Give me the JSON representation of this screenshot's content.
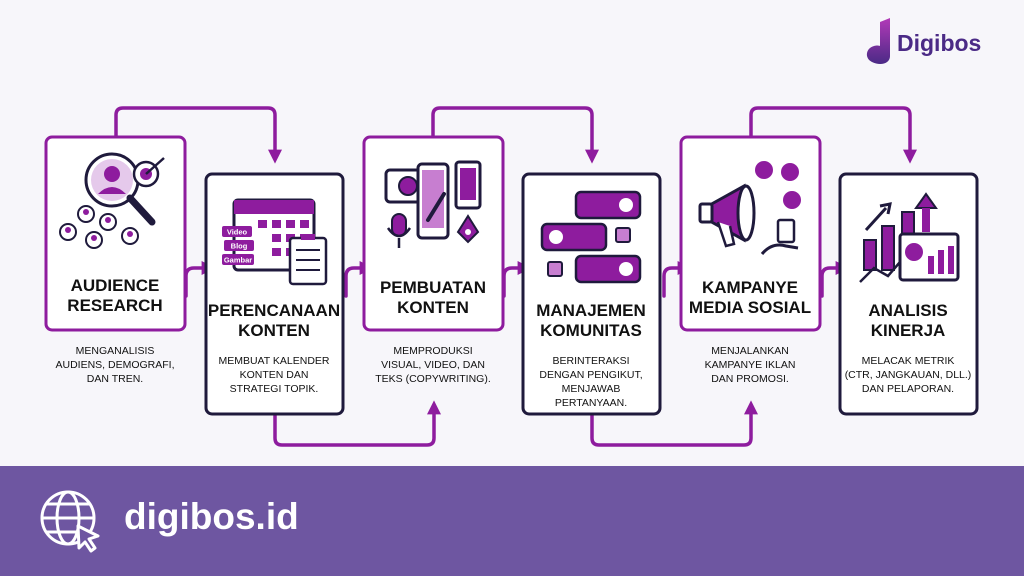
{
  "brand": {
    "name": "Digibos",
    "site": "digibos.id"
  },
  "colors": {
    "accent": "#8e1c9e",
    "navy": "#1f1a3c",
    "footer": "#6e56a1",
    "background": "#f7f6fa"
  },
  "steps": [
    {
      "title_lines": [
        "AUDIENCE",
        "RESEARCH"
      ],
      "desc_lines": [
        "MENGANALISIS",
        "AUDIENS, DEMOGRAFI,",
        "DAN TREN."
      ]
    },
    {
      "title_lines": [
        "PERENCANAAN",
        "KONTEN"
      ],
      "desc_lines": [
        "MEMBUAT KALENDER",
        "KONTEN DAN",
        "STRATEGI TOPIK."
      ]
    },
    {
      "title_lines": [
        "PEMBUATAN",
        "KONTEN"
      ],
      "desc_lines": [
        "MEMPRODUKSI",
        "VISUAL, VIDEO, DAN",
        "TEKS (COPYWRITING)."
      ]
    },
    {
      "title_lines": [
        "MANAJEMEN",
        "KOMUNITAS"
      ],
      "desc_lines": [
        "BERINTERAKSI",
        "DENGAN PENGIKUT,",
        "MENJAWAB",
        "PERTANYAAN."
      ]
    },
    {
      "title_lines": [
        "KAMPANYE",
        "MEDIA SOSIAL"
      ],
      "desc_lines": [
        "MENJALANKAN",
        "KAMPANYE IKLAN",
        "DAN PROMOSI."
      ]
    },
    {
      "title_lines": [
        "ANALISIS",
        "KINERJA"
      ],
      "desc_lines": [
        "MELACAK METRIK",
        "(CTR, JANGKAUAN, DLL.)",
        "DAN PELAPORAN."
      ]
    }
  ],
  "calendar_tags": [
    "Video",
    "Blog",
    "Gambar"
  ]
}
